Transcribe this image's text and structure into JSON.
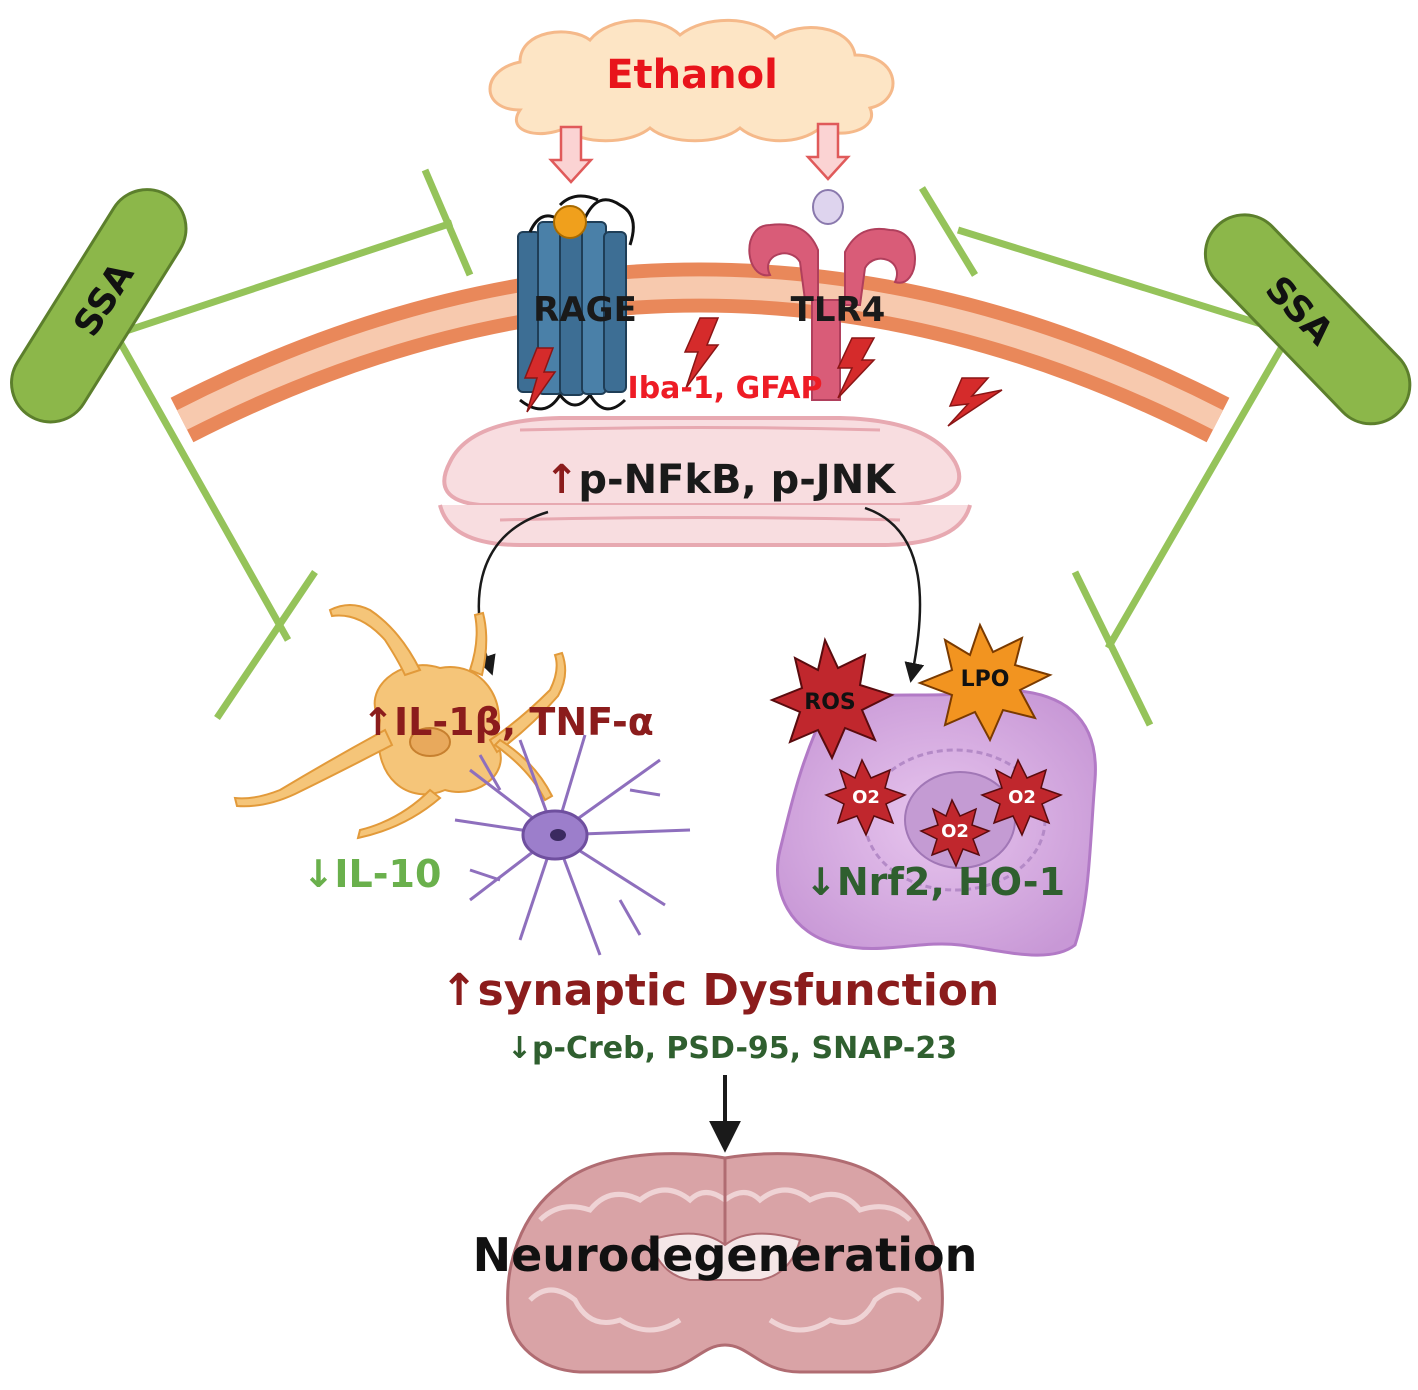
{
  "stimulus": {
    "label": "Ethanol"
  },
  "receptors": {
    "left": "RAGE",
    "right": "TLR4"
  },
  "glial_markers": "Iba-1, GFAP",
  "signaling": {
    "arrow": "↑",
    "text": "p-NFkB, p-JNK"
  },
  "inhibitor": {
    "left": "SSA",
    "right": "SSA"
  },
  "inflammation": {
    "up_arrow": "↑",
    "up_text": "IL-1β, TNF-α",
    "down_arrow": "↓",
    "down_text": "IL-10"
  },
  "oxidative": {
    "ros": "ROS",
    "lpo": "LPO",
    "superoxide": [
      "O2",
      "O2",
      "O2"
    ],
    "down_arrow": "↓",
    "down_text": "Nrf2, HO-1"
  },
  "synaptic": {
    "up_arrow": "↑",
    "up_text": "synaptic Dysfunction",
    "down_arrow": "↓",
    "down_text": "p-Creb, PSD-95, SNAP-23"
  },
  "outcome": {
    "label": "Neurodegeneration"
  },
  "colors": {
    "ssa_green": "#8cb74a",
    "inhibition_line": "#95c35a",
    "membrane": "#e9885a",
    "ethanol_red": "#e8141b",
    "ros_red": "#c0272d",
    "lpo_orange": "#f29420"
  }
}
